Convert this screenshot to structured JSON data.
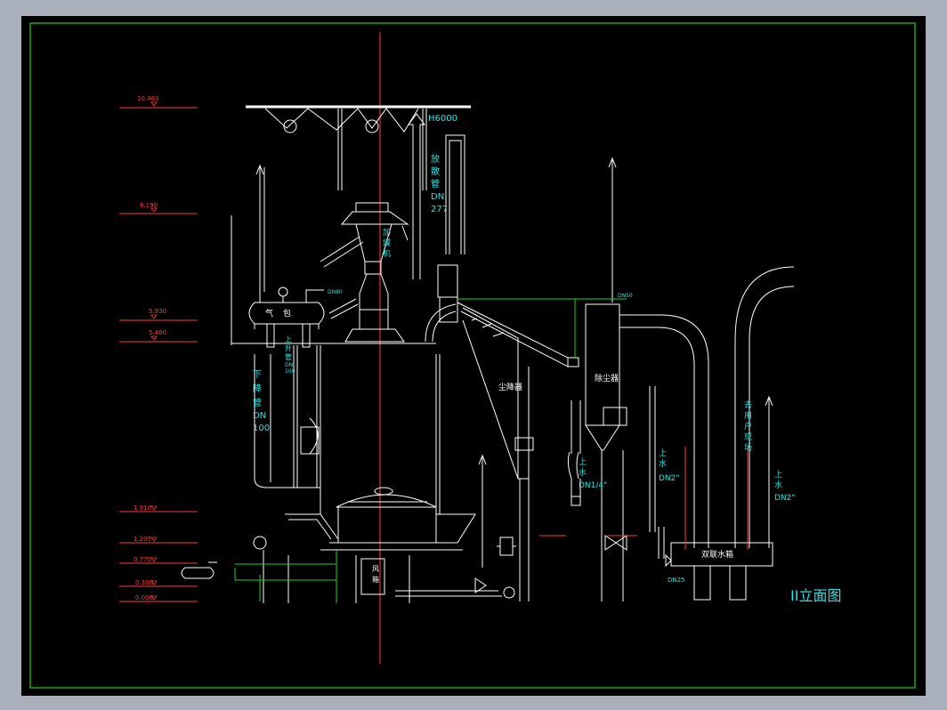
{
  "colors": {
    "background": "#000000",
    "frame": "#1fd11f",
    "line": "#ffffff",
    "annotation": "#22e6e6",
    "level": "#ff3a3a",
    "gridline": "#1fd11f"
  },
  "levels": [
    "10.460",
    "8.190",
    "5.930",
    "5.460",
    "1.910",
    "1.205",
    "0.770",
    "0.300",
    "0.000"
  ],
  "labels": {
    "h6000": "H6000",
    "vent_pipe": [
      "放",
      "散",
      "管",
      "DN",
      "277"
    ],
    "coal_feeder": [
      "加",
      "煤",
      "机"
    ],
    "drum": [
      "气",
      "包"
    ],
    "riser": [
      "上",
      "升",
      "管",
      "DN",
      "100"
    ],
    "downcomer": [
      "下",
      "降",
      "管",
      "DN",
      "100"
    ],
    "dust_settler": "尘降器",
    "dust_remover": "除尘器",
    "water_in_1": [
      "上",
      "水",
      "DN1/4\""
    ],
    "water_in_2": [
      "上",
      "水",
      "DN2\""
    ],
    "water_in_3": [
      "上",
      "水",
      "DN2\""
    ],
    "to_user": [
      "去",
      "用",
      "户",
      "现",
      "场"
    ],
    "water_tank": "双联水箱",
    "dn50": "DN50",
    "dn80": "DN80",
    "dn25": "DN25",
    "air_box": [
      "风",
      "箱"
    ],
    "elevation_title": "II立面图"
  }
}
